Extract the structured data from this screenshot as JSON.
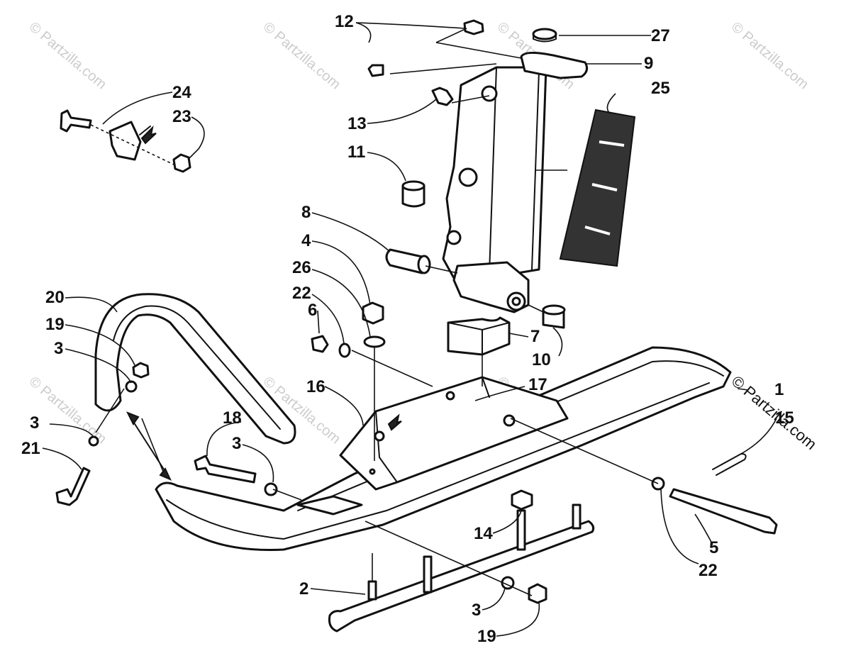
{
  "watermark": {
    "text": "© Partzilla.com",
    "color": "#cccccc"
  },
  "callouts": [
    "12",
    "27",
    "9",
    "24",
    "25",
    "23",
    "13",
    "11",
    "8",
    "4",
    "26",
    "22",
    "20",
    "6",
    "7",
    "19",
    "10",
    "3",
    "17",
    "1",
    "16",
    "15",
    "18",
    "3",
    "21",
    "3",
    "14",
    "5",
    "22",
    "2",
    "3",
    "19"
  ],
  "colors": {
    "line": "#111111",
    "background": "#ffffff",
    "decal": "#333333"
  }
}
